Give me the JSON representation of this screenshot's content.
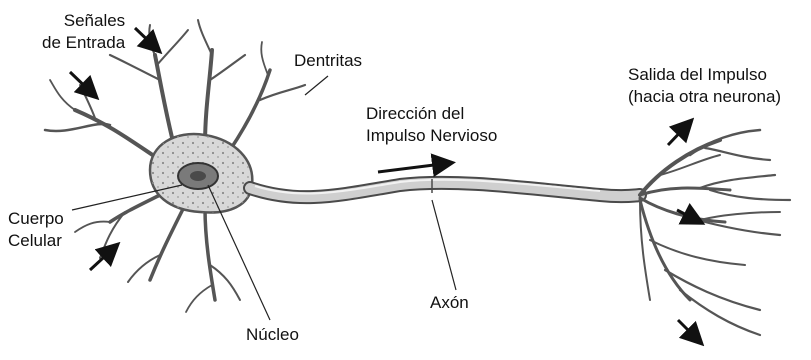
{
  "labels": {
    "senales_entrada": [
      "Señales",
      "de Entrada"
    ],
    "dentritas": "Dentritas",
    "direccion_impulso": [
      "Dirección del",
      "Impulso Nervioso"
    ],
    "salida_impulso": [
      "Salida del Impulso",
      "(hacia otra neurona)"
    ],
    "cuerpo_celular": [
      "Cuerpo",
      "Celular"
    ],
    "axon": "Axón",
    "nucleo": "Núcleo"
  },
  "colors": {
    "text": "#111111",
    "arrow": "#111111",
    "cell_fill": "#d8d8d8",
    "cell_stroke": "#555555",
    "nucleus_fill": "#7a7a7a",
    "axon_fill": "#cfcfcf",
    "axon_stroke": "#4a4a4a"
  }
}
